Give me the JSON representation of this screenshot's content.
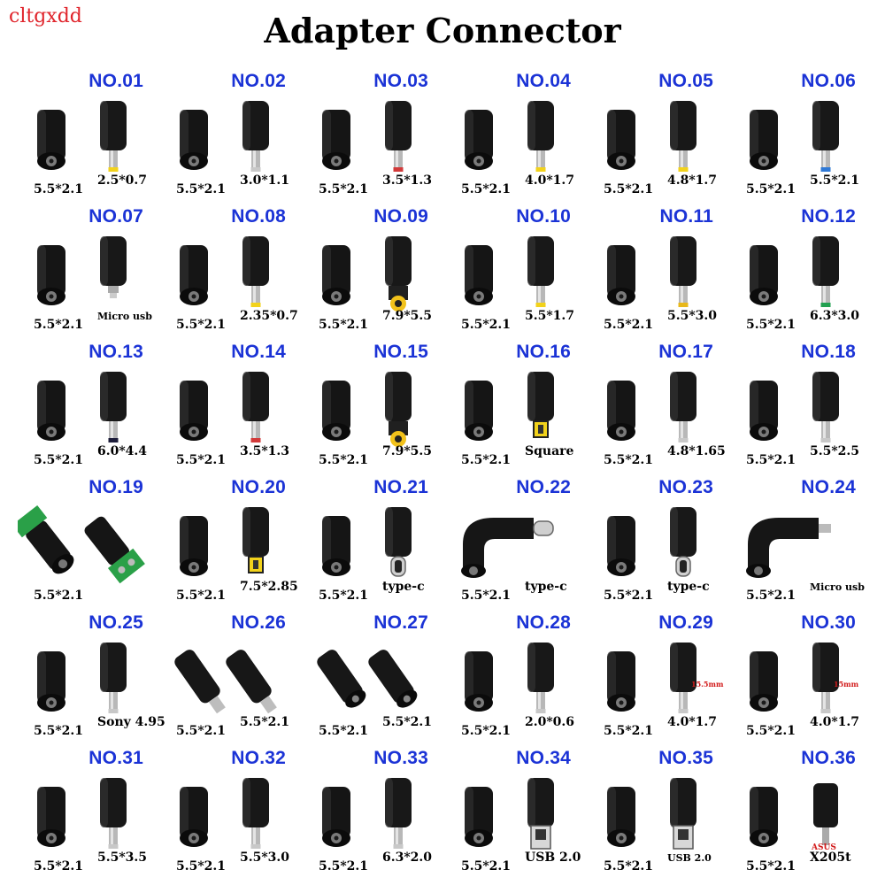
{
  "brand": "cltgxdd",
  "title": "Adapter Connector",
  "colors": {
    "number_blue": "#1b33d6",
    "plug_black": "#141414",
    "accent_red": "#d21b1b"
  },
  "items": [
    {
      "no": "NO.01",
      "left": "5.5*2.1",
      "right": "2.5*0.7",
      "tip": "#f2d21b",
      "style": "tip"
    },
    {
      "no": "NO.02",
      "left": "5.5*2.1",
      "right": "3.0*1.1",
      "tip": "#c8c8c8",
      "style": "tip"
    },
    {
      "no": "NO.03",
      "left": "5.5*2.1",
      "right": "3.5*1.3",
      "tip": "#d23a3a",
      "style": "tip"
    },
    {
      "no": "NO.04",
      "left": "5.5*2.1",
      "right": "4.0*1.7",
      "tip": "#f2d21b",
      "style": "tip"
    },
    {
      "no": "NO.05",
      "left": "5.5*2.1",
      "right": "4.8*1.7",
      "tip": "#f2d21b",
      "style": "tip"
    },
    {
      "no": "NO.06",
      "left": "5.5*2.1",
      "right": "5.5*2.1",
      "tip": "#2f79d6",
      "style": "tip"
    },
    {
      "no": "NO.07",
      "left": "5.5*2.1",
      "right": "Micro usb",
      "tip": "#c8c8c8",
      "style": "micro"
    },
    {
      "no": "NO.08",
      "left": "5.5*2.1",
      "right": "2.35*0.7",
      "tip": "#f2d21b",
      "style": "tip"
    },
    {
      "no": "NO.09",
      "left": "5.5*2.1",
      "right": "7.9*5.5",
      "tip": "#f2c21b",
      "style": "big"
    },
    {
      "no": "NO.10",
      "left": "5.5*2.1",
      "right": "5.5*1.7",
      "tip": "#f2d21b",
      "style": "tip"
    },
    {
      "no": "NO.11",
      "left": "5.5*2.1",
      "right": "5.5*3.0",
      "tip": "#e8b81b",
      "style": "tip"
    },
    {
      "no": "NO.12",
      "left": "5.5*2.1",
      "right": "6.3*3.0",
      "tip": "#22a050",
      "style": "tip"
    },
    {
      "no": "NO.13",
      "left": "5.5*2.1",
      "right": "6.0*4.4",
      "tip": "#1c1c3a",
      "style": "tip"
    },
    {
      "no": "NO.14",
      "left": "5.5*2.1",
      "right": "3.5*1.3",
      "tip": "#d23a3a",
      "style": "tip"
    },
    {
      "no": "NO.15",
      "left": "5.5*2.1",
      "right": "7.9*5.5",
      "tip": "#f2c21b",
      "style": "big"
    },
    {
      "no": "NO.16",
      "left": "5.5*2.1",
      "right": "Square",
      "tip": "#f2d21b",
      "style": "square"
    },
    {
      "no": "NO.17",
      "left": "5.5*2.1",
      "right": "4.8*1.65",
      "tip": "#c8c8c8",
      "style": "tip"
    },
    {
      "no": "NO.18",
      "left": "5.5*2.1",
      "right": "5.5*2.5",
      "tip": "#c8c8c8",
      "style": "tip"
    },
    {
      "no": "NO.19",
      "left": "5.5*2.1",
      "right": "",
      "tip": "#2aa048",
      "style": "terminal"
    },
    {
      "no": "NO.20",
      "left": "5.5*2.1",
      "right": "7.5*2.85",
      "tip": "#f2d21b",
      "style": "square"
    },
    {
      "no": "NO.21",
      "left": "5.5*2.1",
      "right": "type-c",
      "tip": "#c8c8c8",
      "style": "typec"
    },
    {
      "no": "NO.22",
      "left": "5.5*2.1",
      "right": "type-c",
      "tip": "#c8c8c8",
      "style": "elbow"
    },
    {
      "no": "NO.23",
      "left": "5.5*2.1",
      "right": "type-c",
      "tip": "#c8c8c8",
      "style": "typecf"
    },
    {
      "no": "NO.24",
      "left": "5.5*2.1",
      "right": "Micro usb",
      "tip": "#c8c8c8",
      "style": "elbowmicro"
    },
    {
      "no": "NO.25",
      "left": "5.5*2.1",
      "right": "Sony 4.95",
      "tip": "#c8c8c8",
      "style": "tip"
    },
    {
      "no": "NO.26",
      "left": "5.5*2.1",
      "right": "5.5*2.1",
      "tip": "#c8c8c8",
      "style": "double"
    },
    {
      "no": "NO.27",
      "left": "5.5*2.1",
      "right": "5.5*2.1",
      "tip": "#c8c8c8",
      "style": "doublef"
    },
    {
      "no": "NO.28",
      "left": "5.5*2.1",
      "right": "2.0*0.6",
      "tip": "#c8c8c8",
      "style": "tip"
    },
    {
      "no": "NO.29",
      "left": "5.5*2.1",
      "right": "4.0*1.7",
      "tip": "#c8c8c8",
      "style": "tip",
      "note": "15.5mm"
    },
    {
      "no": "NO.30",
      "left": "5.5*2.1",
      "right": "4.0*1.7",
      "tip": "#c8c8c8",
      "style": "tip",
      "note": "15mm"
    },
    {
      "no": "NO.31",
      "left": "5.5*2.1",
      "right": "5.5*3.5",
      "tip": "#c8c8c8",
      "style": "tip"
    },
    {
      "no": "NO.32",
      "left": "5.5*2.1",
      "right": "5.5*3.0",
      "tip": "#c8c8c8",
      "style": "tip"
    },
    {
      "no": "NO.33",
      "left": "5.5*2.1",
      "right": "6.3*2.0",
      "tip": "#c8c8c8",
      "style": "tip"
    },
    {
      "no": "NO.34",
      "left": "5.5*2.1",
      "right": "USB 2.0",
      "tip": "#c8c8c8",
      "style": "usb"
    },
    {
      "no": "NO.35",
      "left": "5.5*2.1",
      "right": "USB 2.0",
      "tip": "#c8c8c8",
      "style": "usbf"
    },
    {
      "no": "NO.36",
      "left": "5.5*2.1",
      "right": "X205t",
      "tip": "#c8c8c8",
      "style": "asus",
      "note": "ASUS"
    }
  ]
}
